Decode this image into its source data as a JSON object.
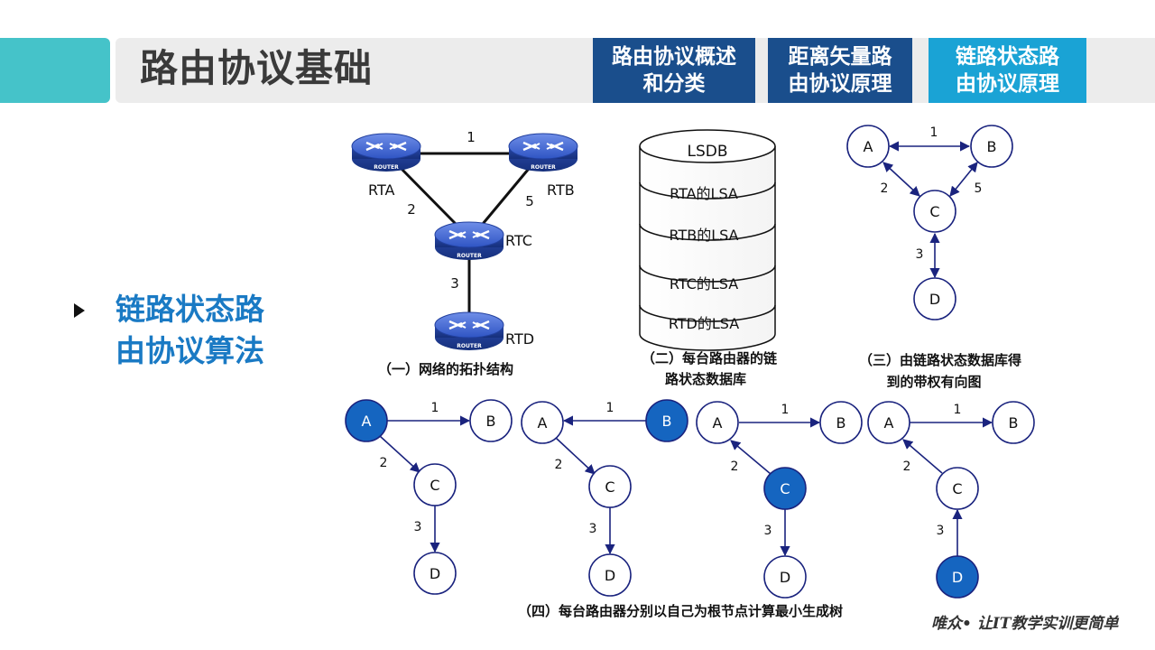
{
  "header": {
    "title": "路由协议基础",
    "tabs": [
      {
        "label": "路由协议概述\n和分类"
      },
      {
        "label": "距离矢量路\n由协议原理"
      },
      {
        "label": "链路状态路\n由协议原理"
      }
    ],
    "colors": {
      "accent": "#45c3c9",
      "tab_dark": "#1a4e8c",
      "tab_active": "#1aa3d5"
    }
  },
  "side_topic": "链路状态路\n由协议算法",
  "topology": {
    "router_badge": "ROUTER",
    "routers": [
      "RTA",
      "RTB",
      "RTC",
      "RTD"
    ],
    "link_costs": [
      "1",
      "2",
      "5",
      "3"
    ],
    "caption": "（一）网络的拓扑结构"
  },
  "lsdb": {
    "header": "LSDB",
    "entries": [
      "RTA的LSA",
      "RTB的LSA",
      "RTC的LSA",
      "RTD的LSA"
    ],
    "caption_line1": "（二）每台路由器的链",
    "caption_line2": "路状态数据库"
  },
  "digraph": {
    "nodes": [
      "A",
      "B",
      "C",
      "D"
    ],
    "weights": [
      "1",
      "2",
      "5",
      "3"
    ],
    "caption_line1": "（三）由链路状态数据库得",
    "caption_line2": "到的带权有向图"
  },
  "spf": {
    "trees": [
      {
        "root": "A",
        "nodes": [
          "A",
          "B",
          "C",
          "D"
        ],
        "weights": [
          "1",
          "2",
          "3"
        ]
      },
      {
        "root": "B",
        "nodes": [
          "A",
          "B",
          "C",
          "D"
        ],
        "weights": [
          "1",
          "2",
          "3"
        ]
      },
      {
        "root": "C",
        "nodes": [
          "A",
          "B",
          "C",
          "D"
        ],
        "weights": [
          "1",
          "2",
          "3"
        ]
      },
      {
        "root": "D",
        "nodes": [
          "A",
          "B",
          "C",
          "D"
        ],
        "weights": [
          "1",
          "2",
          "3"
        ]
      }
    ],
    "caption": "（四）每台路由器分别以自己为根节点计算最小生成树"
  },
  "footer": "唯众• 让IT教学实训更简单"
}
